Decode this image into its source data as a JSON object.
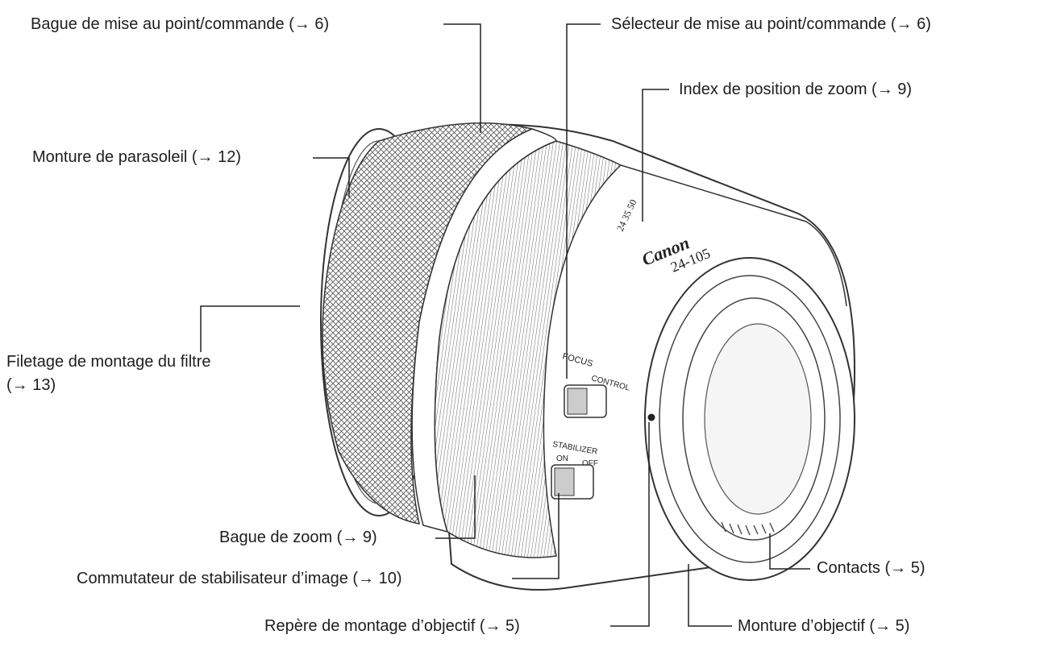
{
  "callouts": {
    "focus_ring": "Bague de mise au point/commande (→ 6)",
    "focus_switch": "Sélecteur de mise au point/commande (→ 6)",
    "zoom_index": "Index de position de zoom (→ 9)",
    "hood_mount": "Monture de parasoleil (→ 12)",
    "filter_thread_line1": "Filetage de montage du filtre",
    "filter_thread_line2": "(→ 13)",
    "zoom_ring": "Bague de zoom (→ 9)",
    "stabilizer_switch": "Commutateur de stabilisateur d’image (→ 10)",
    "contacts": "Contacts (→ 5)",
    "mount_index": "Repère de montage d’objectif (→ 5)",
    "lens_mount": "Monture d’objectif (→ 5)"
  },
  "lens_markings": {
    "brand": "Canon",
    "focal": "24-105",
    "zoom_scale": "24  35  50",
    "focus_label": "FOCUS",
    "control_label": "CONTROL",
    "stabilizer_label": "STABILIZER",
    "on_label": "ON",
    "off_label": "OFF"
  }
}
